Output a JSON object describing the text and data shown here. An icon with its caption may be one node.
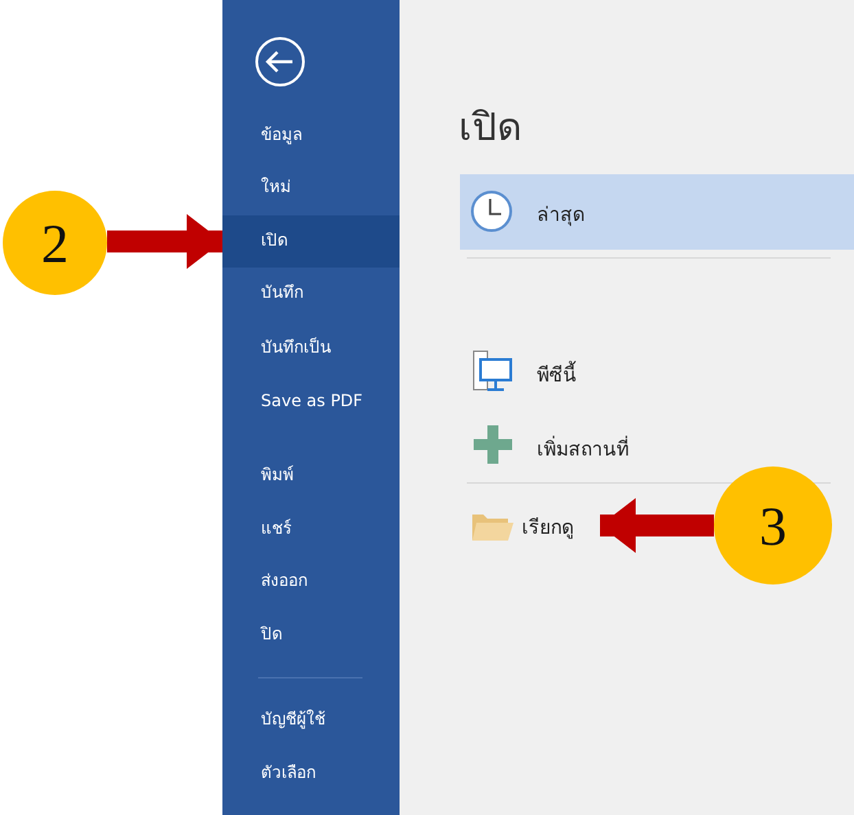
{
  "diagram": {
    "title": "เปิด",
    "nodes": [
      {
        "text": [
          "2"
        ]
      },
      {
        "text": [
          "เปิด"
        ]
      },
      {
        "text": [
          "เรียกดู"
        ]
      },
      {
        "text": [
          "3"
        ]
      }
    ],
    "edges": [
      {
        "from": 0,
        "to": 1,
        "arrow": "to"
      },
      {
        "from": 3,
        "to": 2,
        "arrow": "to"
      }
    ],
    "labels": [
      "ข้อมูล",
      "ใหม่",
      "บันทึก",
      "บันทึกเป็น",
      "Save as PDF",
      "พิมพ์",
      "แชร์",
      "ส่งออก",
      "ปิด",
      "บัญชีผู้ใช้",
      "ตัวเลือก",
      "ล่าสุด",
      "พีซีนี้",
      "เพิ่มสถานที่"
    ]
  }
}
